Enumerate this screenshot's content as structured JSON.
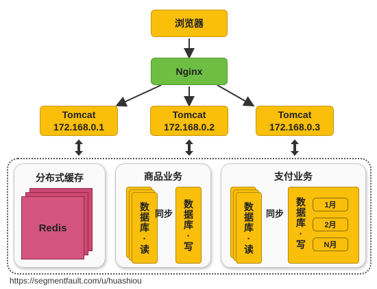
{
  "browser": "浏览器",
  "nginx": "Nginx",
  "tomcats": [
    {
      "name": "Tomcat",
      "ip": "172.168.0.1"
    },
    {
      "name": "Tomcat",
      "ip": "172.168.0.2"
    },
    {
      "name": "Tomcat",
      "ip": "172.168.0.3"
    }
  ],
  "cache": {
    "title": "分布式缓存",
    "label": "Redis"
  },
  "goods": {
    "title": "商品业务",
    "read_db": "数据库·读",
    "sync": "同步",
    "write_db": "数据库·写"
  },
  "pay": {
    "title": "支付业务",
    "read_db": "数据库·读",
    "sync": "同步",
    "write_db": "数据库·写",
    "partitions": [
      "1月",
      "2月",
      "N月"
    ]
  },
  "watermark": "https://segmentfault.com/u/huashiou"
}
